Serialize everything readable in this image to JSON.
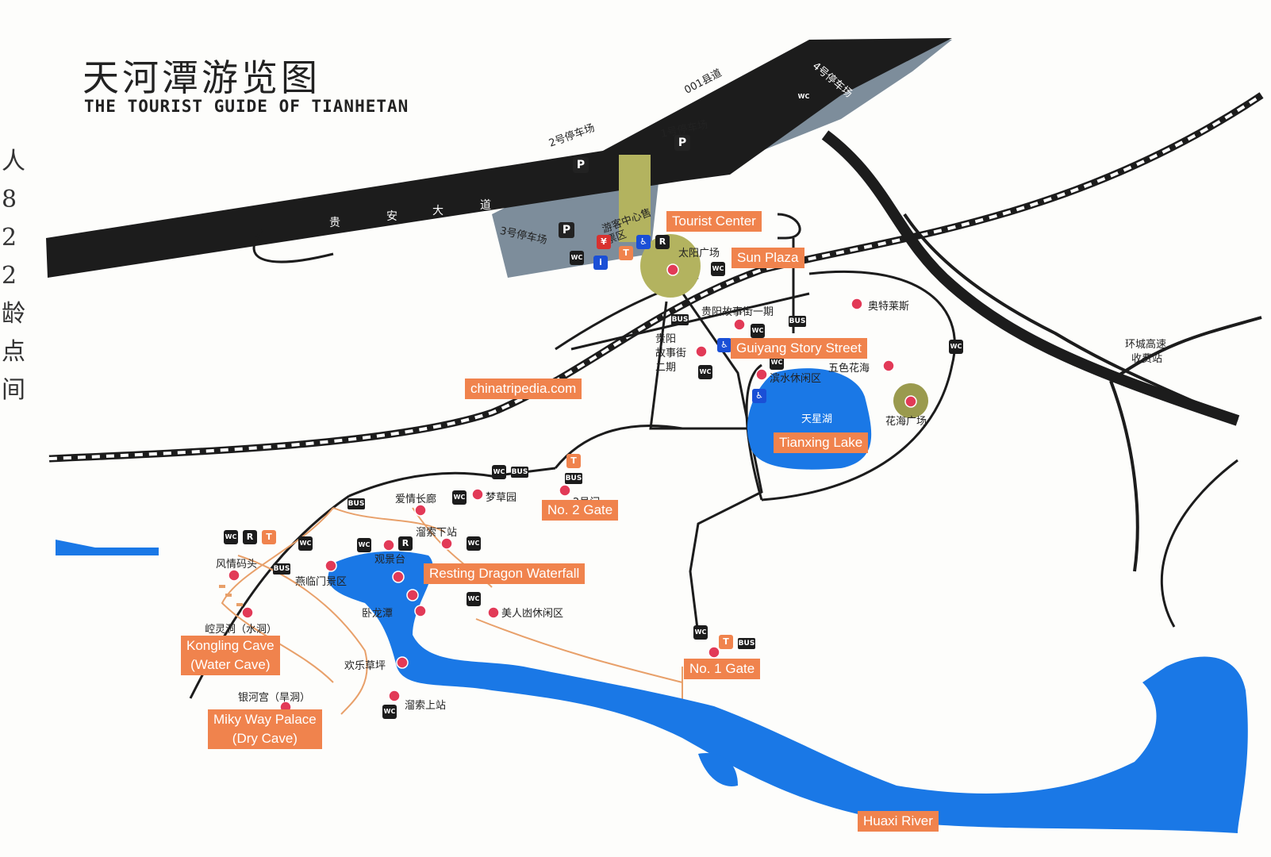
{
  "title": {
    "chinese": "天河潭游览图",
    "english": "THE TOURIST GUIDE OF TIANHETAN"
  },
  "colors": {
    "label_bg": "#f0834d",
    "water": "#1a78e6",
    "road": "#1c1c1c",
    "path": "#e8a06a",
    "parking_area": "#6f8190",
    "poi_dot": "#e23a57"
  },
  "labels": {
    "tourist_center": "Tourist Center",
    "sun_plaza": "Sun Plaza",
    "guiyang_story_street": "Guiyang Story Street",
    "watermark": "chinatripedia.com",
    "tianxing_lake": "Tianxing Lake",
    "no2_gate": "No. 2 Gate",
    "resting_dragon_waterfall": "Resting Dragon Waterfall",
    "kongling_cave_line1": "Kongling Cave",
    "kongling_cave_line2": "(Water Cave)",
    "no1_gate": "No. 1 Gate",
    "milky_way_palace_line1": "Miky Way Palace",
    "milky_way_palace_line2": "(Dry Cave)",
    "huaxi_river": "Huaxi River"
  },
  "chinese_labels": {
    "county_road": "001县道",
    "parking_4": "4号停车场",
    "parking_2": "2号停车场",
    "parking_1": "1号停车场",
    "parking_3": "3号停车场",
    "avenue_1": "贵",
    "avenue_2": "安",
    "avenue_3": "大",
    "avenue_4": "道",
    "ticket_area": "游客中心售票区",
    "sun_plaza_cn": "太阳广场",
    "story_street_1": "贵阳故事街一期",
    "story_street_2_a": "贵阳",
    "story_street_2_b": "故事街",
    "story_street_2_c": "二期",
    "outlets": "奥特莱斯",
    "five_flower_sea": "五色花海",
    "waterside_leisure": "滨水休闲区",
    "tianxing_lake_cn": "天星湖",
    "flower_sea_plaza": "花海广场",
    "toll_station_a": "环城高速",
    "toll_station_b": "收费站",
    "love_corridor": "爱情长廊",
    "dream_garden": "梦草园",
    "no2_gate_cn": "2号门",
    "cableway_lower": "溜索下站",
    "observation_deck": "观景台",
    "scenic_pier": "风情码头",
    "swallow_area": "燕临门景区",
    "beauty_valley": "美人凼休闲区",
    "wolong_pool": "卧龙潭",
    "kongling_cave_cn": "崆灵洞（水洞）",
    "happy_meadow": "欢乐草坪",
    "milky_way_cn": "银河宫（旱洞）",
    "cableway_upper": "溜索上站"
  },
  "icons": {
    "parking": "P",
    "restroom": "WC",
    "bus": "BUS",
    "restaurant": "R",
    "ticket": "T"
  }
}
